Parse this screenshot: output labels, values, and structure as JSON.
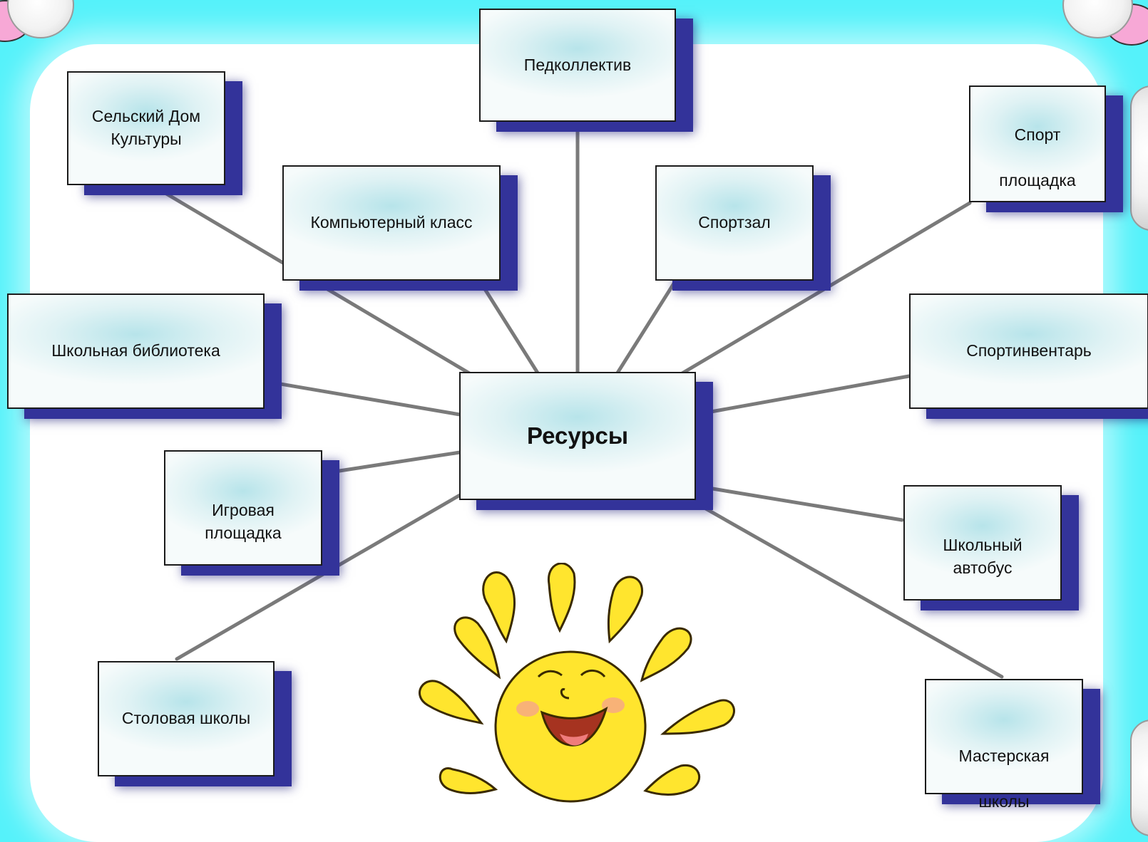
{
  "diagram": {
    "center": "Ресурсы",
    "nodes": [
      {
        "id": "teaching-staff",
        "label": "Педколлектив"
      },
      {
        "id": "village-culture-house",
        "label": "Сельский Дом\nКультуры"
      },
      {
        "id": "computer-class",
        "label": "Компьютерный класс"
      },
      {
        "id": "gym",
        "label": "Спортзал"
      },
      {
        "id": "sports-ground",
        "label": "Спорт\n\nплощадка"
      },
      {
        "id": "school-library",
        "label": "Школьная библиотека"
      },
      {
        "id": "sports-equipment",
        "label": "Спортинвентарь"
      },
      {
        "id": "playground",
        "label": "Игровая\nплощадка"
      },
      {
        "id": "school-bus",
        "label": "Школьный\nавтобус"
      },
      {
        "id": "school-canteen",
        "label": "Столовая школы"
      },
      {
        "id": "school-workshop",
        "label": "Мастерская\n\nшколы"
      }
    ]
  },
  "colors": {
    "background": "#55f2fa",
    "panel": "#ffffff",
    "connector": "#7a7a7a",
    "box_shadow": "#33339a",
    "sun": "#ffe52e"
  },
  "decorations": [
    "sun-mascot-icon",
    "flower-corner-icon"
  ]
}
